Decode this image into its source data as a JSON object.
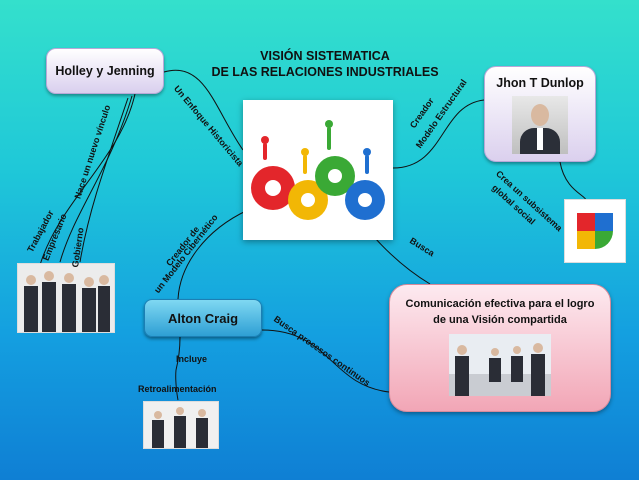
{
  "title_line1": "VISIÓN SISTEMATICA",
  "title_line2": "DE LAS RELACIONES INDUSTRIALES",
  "nodes": {
    "holley": "Holley y Jenning",
    "jhon": "Jhon T Dunlop",
    "alton": "Alton Craig",
    "comm_line1": "Comunicación efectiva para el logro",
    "comm_line2": "de una Visión compartida"
  },
  "links": {
    "historic": "Un Enfoque Historicista",
    "nuevo_vinculo": "Nace un nuevo vínculo",
    "trabajador": "Trabajador",
    "empresario": "Empresario",
    "gobierno": "Gobierno",
    "creador_estructural_1": "Creador",
    "creador_estructural_2": "Modelo Estructural",
    "subsistema_1": "Crea un subsistema",
    "subsistema_2": "global social",
    "cibernetico_1": "Creador de",
    "cibernetico_2": "un Modelo Cibernético",
    "busca": "Busca",
    "procesos": "Busca procesos continuos",
    "incluye": "Incluye",
    "retro": "Retroalimentación"
  },
  "colors": {
    "background_top": "#34e0cc",
    "background_bottom": "#0f7fd4",
    "gear_red": "#e3262b",
    "gear_yellow": "#f2b705",
    "gear_green": "#3aa935",
    "gear_blue": "#1f6fd0"
  }
}
